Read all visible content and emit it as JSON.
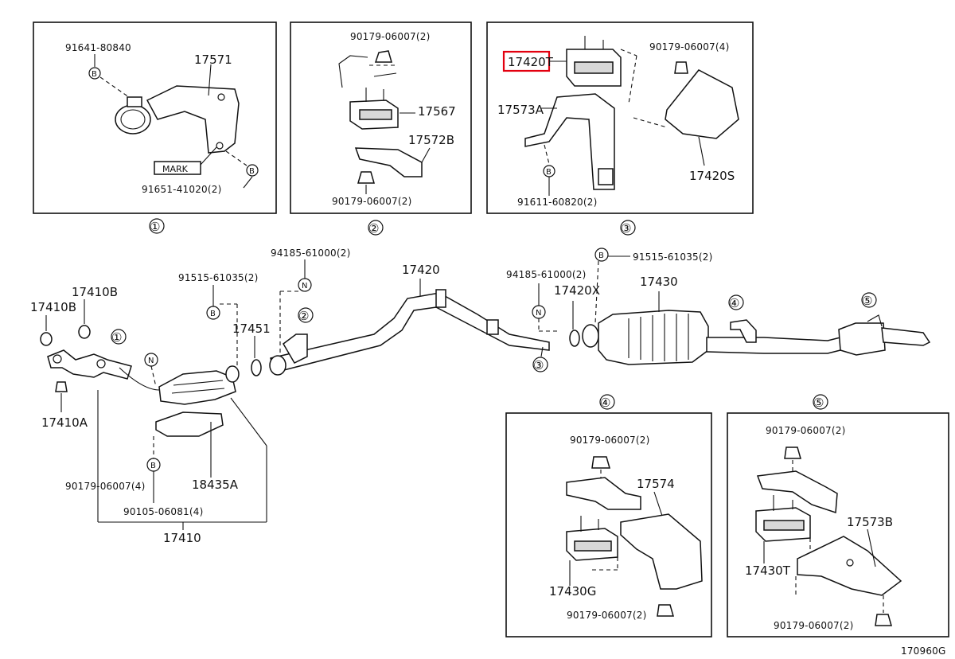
{
  "inset_1": {
    "marker": "①",
    "parts": [
      "91641-80840",
      "17571",
      "91651-41020(2)"
    ],
    "mark_label": "MARK",
    "bolt": "B"
  },
  "inset_2": {
    "marker": "②",
    "parts": [
      "90179-06007(2)",
      "17567",
      "17572B",
      "90179-06007(2)"
    ]
  },
  "inset_3": {
    "marker": "③",
    "parts": [
      "17420T",
      "90179-06007(4)",
      "17573A",
      "17420S",
      "91611-60820(2)"
    ],
    "highlighted": "17420T",
    "bolt": "B"
  },
  "inset_4": {
    "marker": "④",
    "parts": [
      "90179-06007(2)",
      "17574",
      "17430G",
      "90179-06007(2)"
    ]
  },
  "inset_5": {
    "marker": "⑤",
    "parts": [
      "90179-06007(2)",
      "17573B",
      "17430T",
      "90179-06007(2)"
    ]
  },
  "main": {
    "labels": [
      "17410B",
      "17410B",
      "17410A",
      "91515-61035(2)",
      "94185-61000(2)",
      "17451",
      "17420",
      "94185-61000(2)",
      "17420X",
      "91515-61035(2)",
      "17430",
      "90179-06007(4)",
      "90105-06081(4)",
      "18435A",
      "17410"
    ],
    "markers": [
      "①",
      "②",
      "③",
      "④",
      "⑤"
    ],
    "nut_letter": "N",
    "bolt_letter": "B"
  },
  "footer": {
    "code": "170960G"
  }
}
